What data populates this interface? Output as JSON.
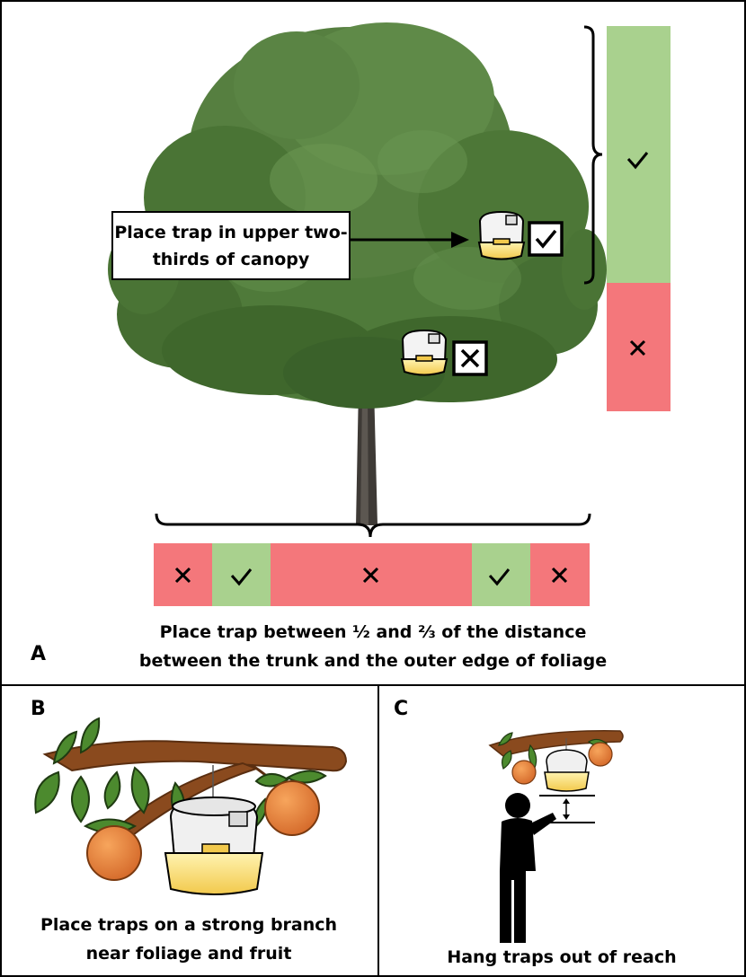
{
  "panel_a": {
    "letter": "A",
    "callout": "Place trap in upper two-thirds of canopy",
    "caption_line1": "Place trap between ½ and ⅔ of the distance",
    "caption_line2": "between the trunk and the outer edge of foliage",
    "vertical_zones": [
      {
        "status": "correct",
        "symbol": "✓"
      },
      {
        "status": "incorrect",
        "symbol": "✕"
      }
    ],
    "horizontal_zones": [
      {
        "status": "incorrect",
        "symbol": "✕"
      },
      {
        "status": "correct",
        "symbol": "✓"
      },
      {
        "status": "incorrect",
        "symbol": "✕"
      },
      {
        "status": "correct",
        "symbol": "✓"
      },
      {
        "status": "incorrect",
        "symbol": "✕"
      }
    ]
  },
  "panel_b": {
    "letter": "B",
    "caption_line1": "Place traps on a strong branch",
    "caption_line2": "near foliage and fruit"
  },
  "panel_c": {
    "letter": "C",
    "caption": "Hang traps out of reach"
  },
  "colors": {
    "correct_green": "#a9d18e",
    "incorrect_red": "#f4777b",
    "foliage": "#4f7a3a",
    "trap_yellow": "#ffe07a",
    "orange": "#f08a3a",
    "branch": "#8a4a1e",
    "leaf": "#4c8a2e"
  }
}
